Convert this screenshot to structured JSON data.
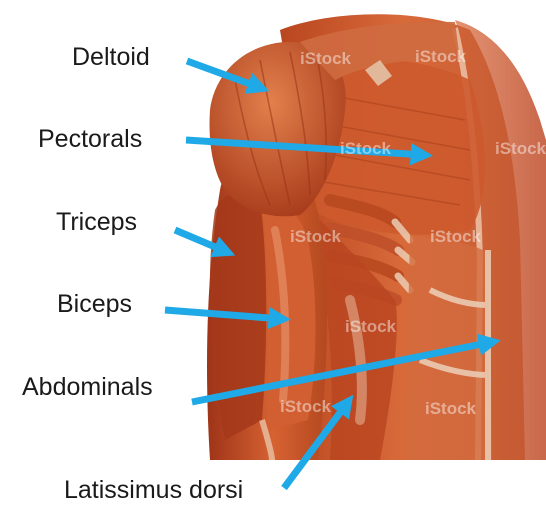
{
  "colors": {
    "arrow": "#1fa9e6",
    "muscle_dark": "#a8371c",
    "muscle_mid": "#cf5a2e",
    "muscle_light": "#e88a5c",
    "tendon": "#e9cdb6",
    "label_text": "#1a1a1a"
  },
  "labels": {
    "deltoid": "Deltoid",
    "pectorals": "Pectorals",
    "triceps": "Triceps",
    "biceps": "Biceps",
    "abdominals": "Abdominals",
    "latissimus": "Latissimus dorsi"
  },
  "watermarks": [
    "iStock",
    "iStock",
    "iStock",
    "iStock",
    "iStock",
    "iStock",
    "iStock",
    "iStock",
    "iStock"
  ]
}
